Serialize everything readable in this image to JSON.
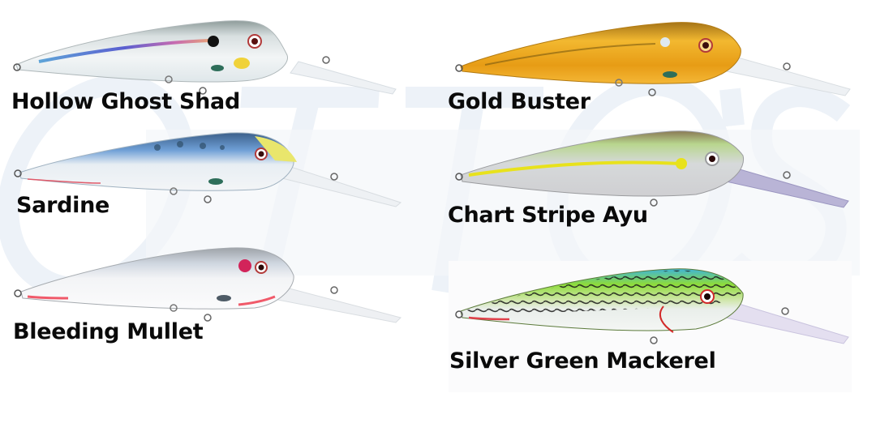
{
  "watermark": {
    "text": "OTTO'S",
    "color": "#edf2f8"
  },
  "lures": [
    {
      "id": "hollow-ghost-shad",
      "label": "Hollow Ghost Shad",
      "column": "left",
      "body_colors": [
        "#c9d3d6",
        "#eef2f3",
        "#7f9a9a"
      ],
      "accent": "#f1d23a"
    },
    {
      "id": "sardine",
      "label": "Sardine",
      "column": "left",
      "body_colors": [
        "#6f98c9",
        "#e9eef2",
        "#3d5f8a"
      ],
      "accent": "#e6e46a"
    },
    {
      "id": "bleeding-mullet",
      "label": "Bleeding Mullet",
      "column": "left",
      "body_colors": [
        "#c3c7cc",
        "#f4f4f6",
        "#9aa0a6"
      ],
      "accent": "#d6245a"
    },
    {
      "id": "gold-buster",
      "label": "Gold Buster",
      "column": "right",
      "body_colors": [
        "#f0b52a",
        "#e39a14",
        "#b77a10"
      ],
      "accent": "#dbe8f0"
    },
    {
      "id": "chart-stripe-ayu",
      "label": "Chart Stripe Ayu",
      "column": "right",
      "body_colors": [
        "#b7d38a",
        "#d3d7d8",
        "#8a7a55"
      ],
      "accent": "#e8e21c"
    },
    {
      "id": "silver-green-mackerel",
      "label": "Silver Green Mackerel",
      "column": "right",
      "body_colors": [
        "#8edc3a",
        "#e8ecea",
        "#3fb5d6"
      ],
      "accent": "#d22a2a"
    }
  ]
}
